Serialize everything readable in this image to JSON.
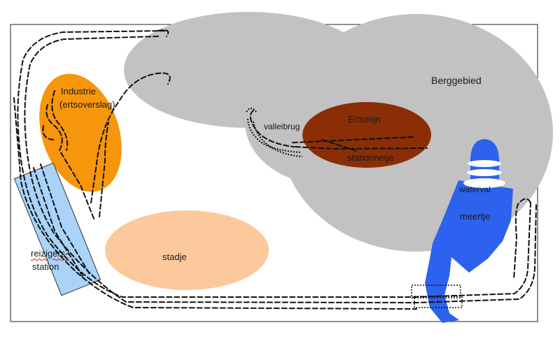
{
  "colors": {
    "mountain": "#c2c2c2",
    "mine": "#8b2e06",
    "industry": "#f6960c",
    "town": "#fbc99c",
    "station": "#a9d3f9",
    "water": "#2d62ef",
    "track": "#111111",
    "border": "#222222"
  },
  "labels": {
    "mountain": "Berggebied",
    "industry_line1": "Industrie",
    "industry_line2": "(ertsoverslag)",
    "mine": "Ertsmijn",
    "bridge": "valleibrug",
    "halt": "stationnetje",
    "waterfall": "waterval",
    "lake": "meertje",
    "town": "stadje",
    "station_line1": "reizigers-",
    "station_line2": "station"
  }
}
